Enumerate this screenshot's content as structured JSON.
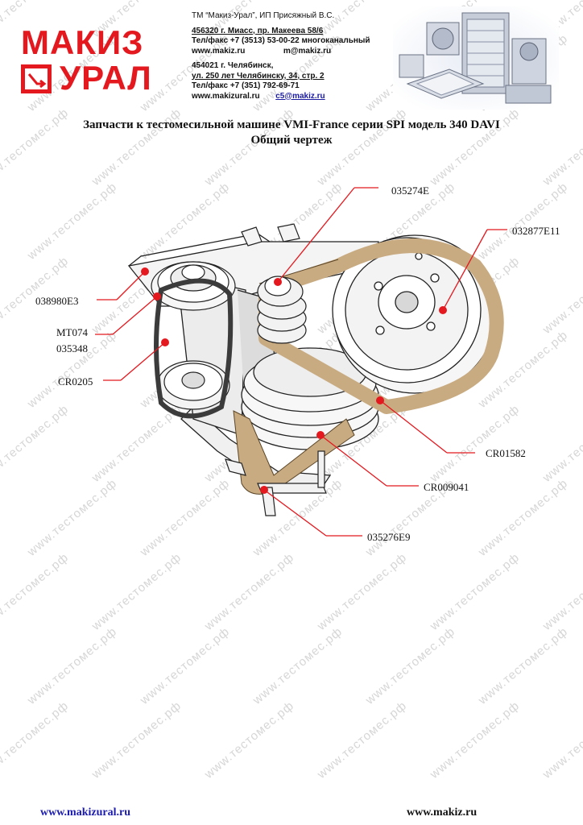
{
  "watermark": "www.тестомес.рф",
  "logo": {
    "line1": "МАКИЗ",
    "line2": "УРАЛ"
  },
  "contacts": {
    "company": "ТМ “Макиз-Урал”,    ИП Присяжный В.С.",
    "address1": "456320 г. Миасс, пр. Макеева 58/6",
    "phone1": "Тел/факс +7 (3513) 53-00-22 многоканальный",
    "site1": "www.makiz.ru",
    "email1": "m@makiz.ru",
    "address2_city": "454021 г. Челябинск,",
    "address2_street": "ул. 250 лет Челябинску, 34, стр. 2",
    "phone2": "Тел/факс +7 (351) 792-69-71",
    "site2": "www.makizural.ru",
    "email2": "c5@makiz.ru"
  },
  "title": {
    "line1": "Запчасти к тестомесильной машине VMI-France серии SPI модель 340 DAVI",
    "line2": "Общий чертеж"
  },
  "parts": [
    {
      "code": "035274E"
    },
    {
      "code": "032877E11"
    },
    {
      "code": "038980E3"
    },
    {
      "code": "MT074"
    },
    {
      "code": "035348"
    },
    {
      "code": "CR0205"
    },
    {
      "code": "CR01582"
    },
    {
      "code": "CR009041"
    },
    {
      "code": "035276E9"
    }
  ],
  "colors": {
    "brand_red": "#e3191f",
    "belt_tan": "#c9ab82",
    "belt_dark": "#3b3b3b",
    "leader_red": "#e3191f"
  },
  "footer": {
    "left": "www.makizural.ru",
    "right": "www.makiz.ru"
  }
}
